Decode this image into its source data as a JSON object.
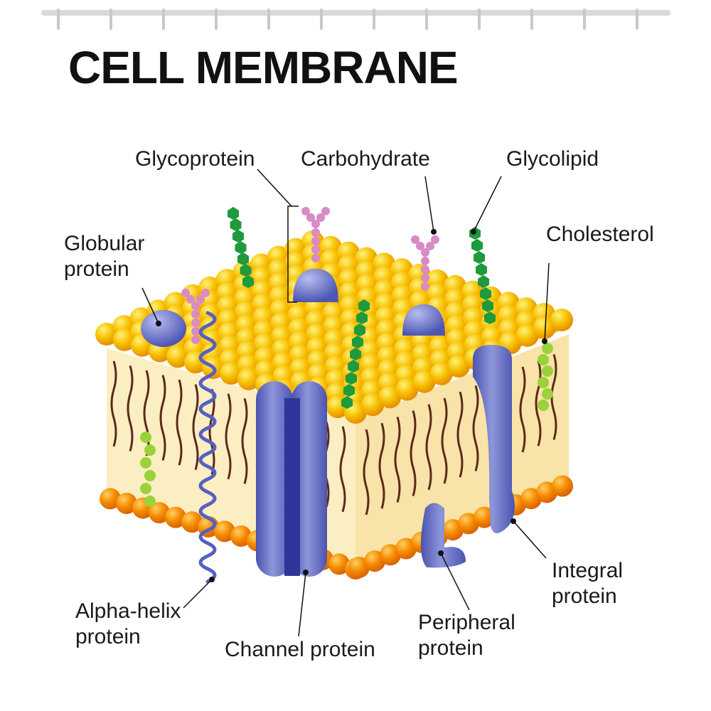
{
  "title": "CELL MEMBRANE",
  "labels": {
    "glycoprotein": "Glycoprotein",
    "carbohydrate": "Carbohydrate",
    "glycolipid": "Glycolipid",
    "cholesterol": "Cholesterol",
    "globular_protein": [
      "Globular",
      "protein"
    ],
    "alpha_helix_protein": [
      "Alpha-helix",
      "protein"
    ],
    "channel_protein": "Channel protein",
    "peripheral_protein": [
      "Peripheral",
      "protein"
    ],
    "integral_protein": [
      "Integral",
      "protein"
    ]
  },
  "colors": {
    "lipid_head_top": "#f5b800",
    "lipid_head_bottom": "#f08a00",
    "lipid_tail": "#5a2a1a",
    "core": "#fbeec2",
    "protein": "#7b83c9",
    "protein_dark": "#3f47a8",
    "glycan_green": "#1f9a3c",
    "glycan_pink": "#d88bc5",
    "cholesterol": "#9bd23a",
    "curtain_rod": "#d4d4d4"
  }
}
